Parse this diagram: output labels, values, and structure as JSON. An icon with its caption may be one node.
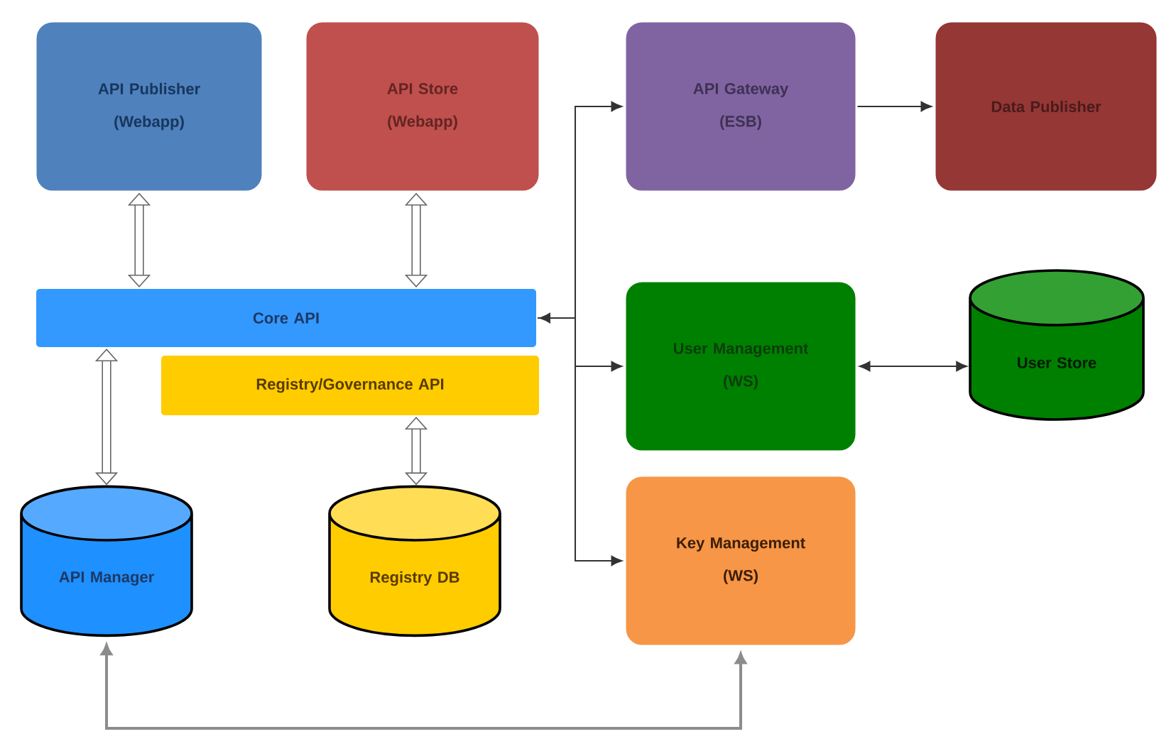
{
  "diagram": {
    "nodes": [
      {
        "text": [
          "API Publisher",
          "(Webapp)"
        ]
      },
      {
        "text": [
          "API Store",
          "(Webapp)"
        ]
      },
      {
        "text": [
          "API Gateway",
          "(ESB)"
        ]
      },
      {
        "text": [
          "Data Publisher"
        ]
      },
      {
        "text": [
          "Core API"
        ]
      },
      {
        "text": [
          "Registry/Governance API"
        ]
      },
      {
        "text": [
          "User Management",
          "(WS)"
        ]
      },
      {
        "text": [
          "User Store"
        ]
      },
      {
        "text": [
          "API Manager"
        ]
      },
      {
        "text": [
          "Registry DB"
        ]
      },
      {
        "text": [
          "Key Management",
          "(WS)"
        ]
      }
    ],
    "edges": [
      {
        "from": 0,
        "to": 4,
        "arrow": "both",
        "style": "thick"
      },
      {
        "from": 1,
        "to": 4,
        "arrow": "both",
        "style": "thick"
      },
      {
        "from": 4,
        "to": 8,
        "arrow": "both",
        "style": "thick"
      },
      {
        "from": 5,
        "to": 9,
        "arrow": "both",
        "style": "thick"
      },
      {
        "from": 4,
        "to": 2,
        "arrow": "both"
      },
      {
        "from": 4,
        "to": 6,
        "arrow": "to"
      },
      {
        "from": 4,
        "to": 10,
        "arrow": "to"
      },
      {
        "from": 2,
        "to": 3,
        "arrow": "to"
      },
      {
        "from": 6,
        "to": 7,
        "arrow": "both"
      },
      {
        "from": 8,
        "to": 10,
        "arrow": "both",
        "color": "#8c8c8c"
      }
    ]
  }
}
